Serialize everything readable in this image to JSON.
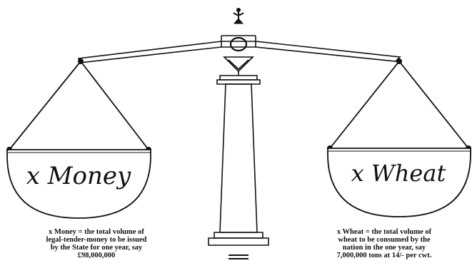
{
  "left_pan": {
    "label": "x Money",
    "caption": [
      "x Money = the total volume of",
      "legal-tender-money to be issued",
      "by the State for one year, say",
      "£98,000,000"
    ]
  },
  "right_pan": {
    "label": "x Wheat",
    "caption": [
      "x Wheat = the total volume of",
      "wheat to be consumed by the",
      "nation in the one year, say",
      "7,000,000 tons at 14/- per cwt."
    ]
  }
}
